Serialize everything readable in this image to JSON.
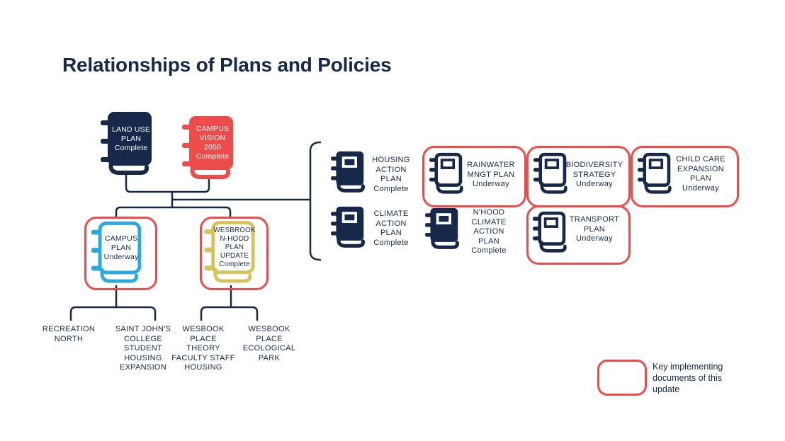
{
  "title": "Relationships of Plans and Policies",
  "colors": {
    "navy": "#16294A",
    "red": "#EE4C4B",
    "cyan": "#29ABE2",
    "yellow": "#D5C35B",
    "background": "#FFFFFF"
  },
  "icons": {
    "book": "book-icon",
    "key_marker": "red-rounded-outline"
  },
  "foundation_plans": {
    "land_use": {
      "name": "LAND USE\nPLAN",
      "status": "Complete"
    },
    "campus_vision": {
      "name": "CAMPUS\nVISION\n2050",
      "status": "Complete"
    }
  },
  "key_plans": {
    "campus_plan": {
      "name": "CAMPUS\nPLAN",
      "status": "Underway"
    },
    "wesbrook_plan": {
      "name": "WESBROOK\nN-HOOD\nPLAN\nUPDATE",
      "status": "Complete"
    }
  },
  "action_plans": {
    "housing": {
      "name": "HOUSING\nACTION\nPLAN",
      "status": "Complete",
      "key": false
    },
    "rainwater": {
      "name": "RAINWATER\nMNGT PLAN",
      "status": "Underway",
      "key": true
    },
    "biodiversity": {
      "name": "BIODIVERSITY\nSTRATEGY",
      "status": "Underway",
      "key": true
    },
    "child_care": {
      "name": "CHILD CARE\nEXPANSION\nPLAN",
      "status": "Underway",
      "key": true
    },
    "climate": {
      "name": "CLIMATE\nACTION\nPLAN",
      "status": "Complete",
      "key": false
    },
    "nhood_climate": {
      "name": "N'HOOD\nCLIMATE\nACTION\nPLAN",
      "status": "Complete",
      "key": false
    },
    "transport": {
      "name": "TRANSPORT\nPLAN",
      "status": "Underway",
      "key": true
    }
  },
  "sub_projects": {
    "recreation_north": "RECREATION\nNORTH",
    "saint_johns": "SAINT JOHN'S\nCOLLEGE\nSTUDENT\nHOUSING\nEXPANSION",
    "wesbook_theory": "WESBOOK\nPLACE\nTHEORY\nFACULTY STAFF\nHOUSING",
    "wesbook_ecological": "WESBOOK\nPLACE\nECOLOGICAL\nPARK"
  },
  "legend": {
    "text": "Key implementing documents of this update"
  }
}
